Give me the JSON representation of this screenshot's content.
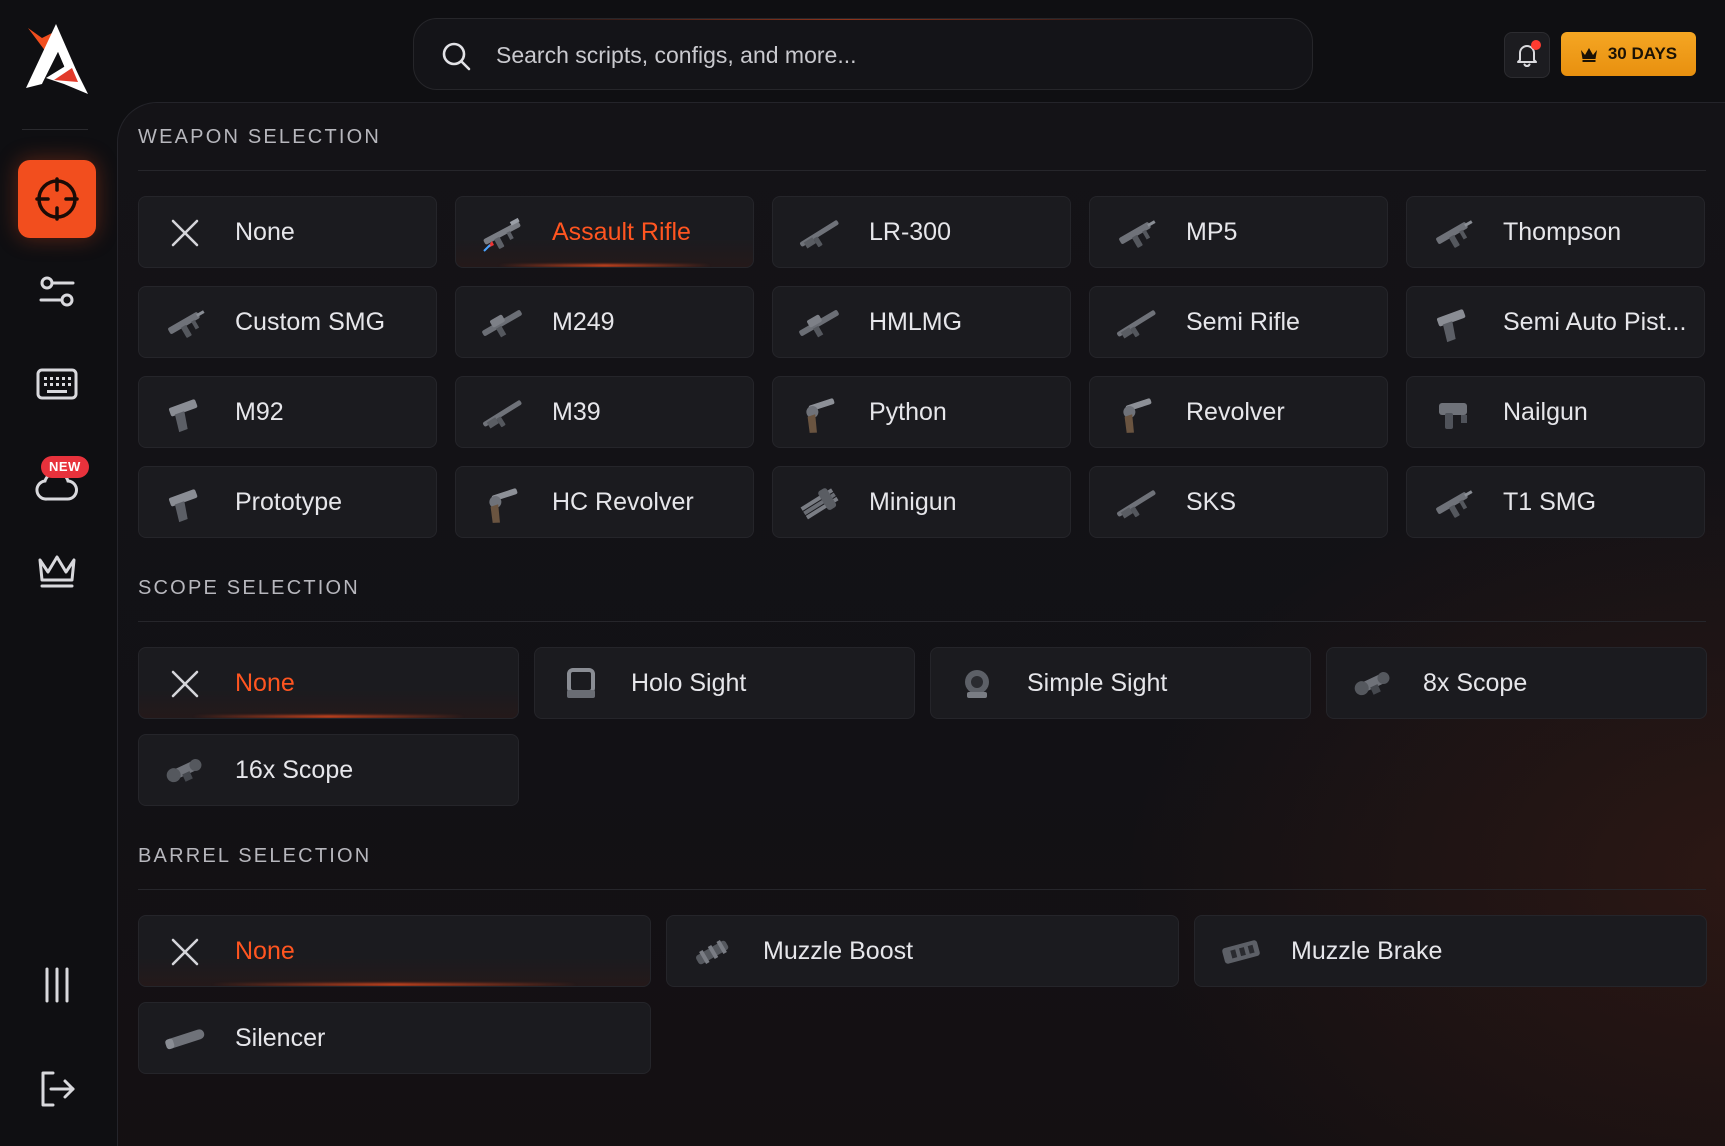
{
  "colors": {
    "accent": "#f24e1e",
    "accent_text": "#ff5520",
    "premium": "#f5a623",
    "badge": "#e8323c",
    "background": "#0f0f12",
    "card": "#1b1b1f"
  },
  "sidebar": {
    "badge_new": "NEW",
    "items": [
      {
        "icon": "crosshair-icon",
        "active": true
      },
      {
        "icon": "sliders-icon",
        "active": false
      },
      {
        "icon": "keyboard-icon",
        "active": false
      },
      {
        "icon": "cloud-icon",
        "active": false
      },
      {
        "icon": "crown-icon",
        "active": false
      }
    ],
    "bottom": [
      {
        "icon": "bars-icon"
      },
      {
        "icon": "logout-icon"
      }
    ]
  },
  "search": {
    "placeholder": "Search scripts, configs, and more...",
    "value": ""
  },
  "header": {
    "subscription_label": "30 DAYS"
  },
  "weapon_section": {
    "title": "WEAPON SELECTION",
    "selected": "Assault Rifle",
    "items": [
      {
        "label": "None",
        "icon": "close-icon"
      },
      {
        "label": "Assault Rifle",
        "icon": "assault-rifle-icon"
      },
      {
        "label": "LR-300",
        "icon": "rifle-icon"
      },
      {
        "label": "MP5",
        "icon": "smg-icon"
      },
      {
        "label": "Thompson",
        "icon": "smg-icon"
      },
      {
        "label": "Custom SMG",
        "icon": "smg-icon"
      },
      {
        "label": "M249",
        "icon": "machine-gun-icon"
      },
      {
        "label": "HMLMG",
        "icon": "machine-gun-icon"
      },
      {
        "label": "Semi Rifle",
        "icon": "rifle-icon"
      },
      {
        "label": "Semi Auto Pist...",
        "icon": "pistol-icon"
      },
      {
        "label": "M92",
        "icon": "pistol-icon"
      },
      {
        "label": "M39",
        "icon": "rifle-icon"
      },
      {
        "label": "Python",
        "icon": "revolver-icon"
      },
      {
        "label": "Revolver",
        "icon": "revolver-icon"
      },
      {
        "label": "Nailgun",
        "icon": "nailgun-icon"
      },
      {
        "label": "Prototype",
        "icon": "pistol-icon"
      },
      {
        "label": "HC Revolver",
        "icon": "revolver-icon"
      },
      {
        "label": "Minigun",
        "icon": "minigun-icon"
      },
      {
        "label": "SKS",
        "icon": "rifle-icon"
      },
      {
        "label": "T1 SMG",
        "icon": "smg-icon"
      }
    ]
  },
  "scope_section": {
    "title": "SCOPE SELECTION",
    "selected": "None",
    "items": [
      {
        "label": "None",
        "icon": "close-icon"
      },
      {
        "label": "Holo Sight",
        "icon": "holo-sight-icon"
      },
      {
        "label": "Simple Sight",
        "icon": "simple-sight-icon"
      },
      {
        "label": "8x Scope",
        "icon": "scope-icon"
      },
      {
        "label": "16x Scope",
        "icon": "scope-icon"
      }
    ]
  },
  "barrel_section": {
    "title": "BARREL SELECTION",
    "selected": "None",
    "items": [
      {
        "label": "None",
        "icon": "close-icon"
      },
      {
        "label": "Muzzle Boost",
        "icon": "muzzle-boost-icon"
      },
      {
        "label": "Muzzle Brake",
        "icon": "muzzle-brake-icon"
      },
      {
        "label": "Silencer",
        "icon": "silencer-icon"
      }
    ]
  }
}
